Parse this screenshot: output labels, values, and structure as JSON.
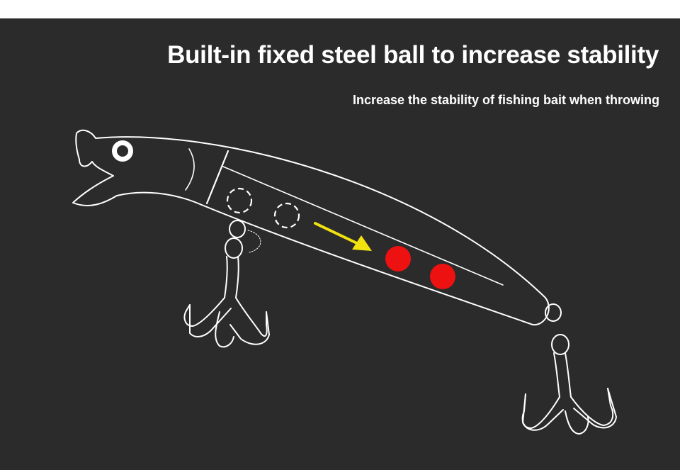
{
  "header": {
    "title": "Built-in fixed steel ball to increase stability",
    "subtitle": "Increase the stability of fishing bait when throwing"
  },
  "illustration": {
    "subject": "fishing-lure-outline",
    "colors": {
      "background": "#2b2b2b",
      "outline": "#ffffff",
      "arrow": "#f2e20f",
      "steel_ball": "#ee1111"
    },
    "icons": [
      "fishing-lure",
      "treble-hook",
      "steel-ball",
      "direction-arrow"
    ]
  }
}
